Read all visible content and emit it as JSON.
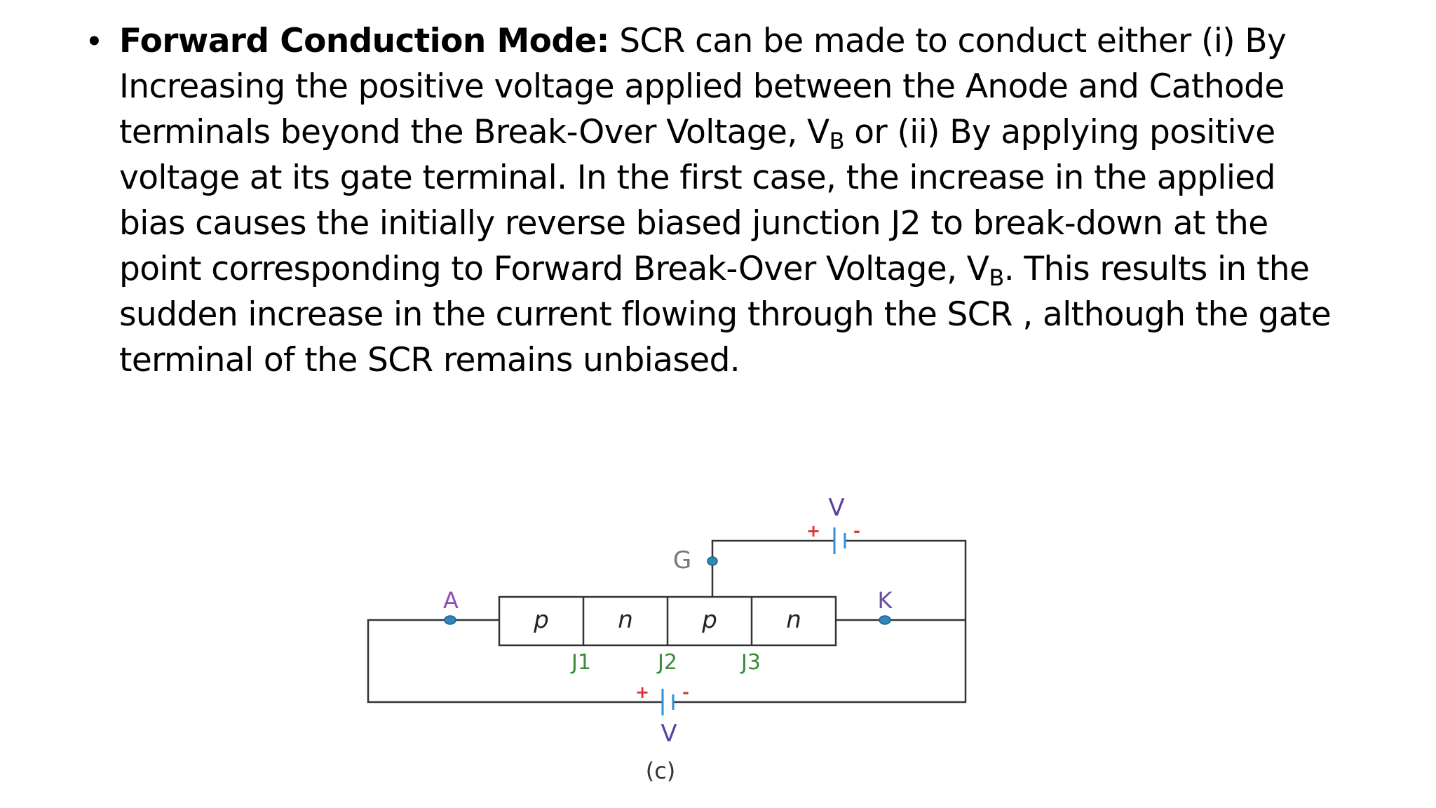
{
  "slide": {
    "bullet": "•",
    "lead": "Forward Conduction Mode:",
    "text_1": " SCR can be made to conduct either (i) By Increasing the positive voltage applied between the Anode and Cathode terminals beyond the Break-Over Voltage, V",
    "sub_1": "B",
    "text_2": " or (ii) By applying positive voltage at its gate terminal. In the first case, the increase in the applied bias causes the initially reverse biased junction J2 to break-down at the point corresponding to Forward Break-Over Voltage, V",
    "sub_2": "B",
    "text_3": ". This results in the sudden increase in the current flowing through the SCR , although the gate terminal of the SCR remains unbiased."
  },
  "diagram": {
    "layers": [
      "p",
      "n",
      "p",
      "n"
    ],
    "junctions": [
      "J1",
      "J2",
      "J3"
    ],
    "terminal_anode": "A",
    "terminal_cathode": "K",
    "terminal_gate": "G",
    "battery_top_label": "V",
    "battery_bottom_label": "V",
    "plus_sign": "+",
    "minus_sign": "-",
    "caption": "(c)",
    "colors": {
      "wire": "#333333",
      "terminal": "#2f86b8",
      "terminal_outline": "#1d5f8a",
      "anode_label": "#8a4fb5",
      "cathode_label": "#6a4fa0",
      "gate_label": "#777777",
      "junction_label": "#3a8a3a",
      "battery_label": "#5a3fa0",
      "battery_plate": "#2f8fd8",
      "plus": "#e03030",
      "minus": "#d04040",
      "caption": "#333333"
    }
  }
}
